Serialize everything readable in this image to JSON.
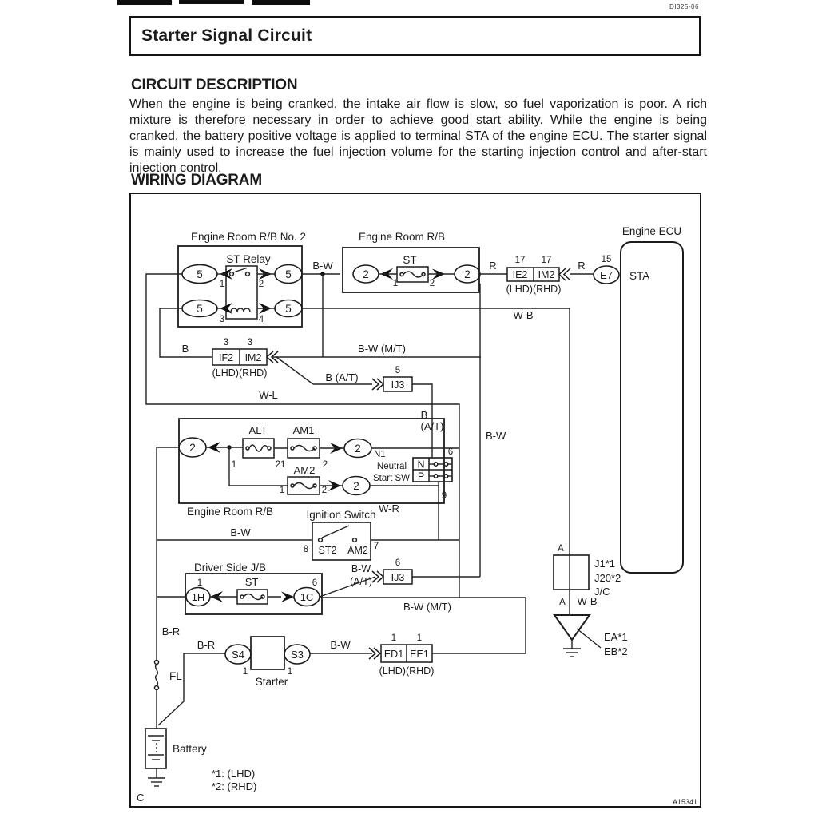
{
  "page": {
    "doc_code": "DI325-06",
    "marker": "C",
    "figure_code": "A15341"
  },
  "title": "Starter Signal Circuit",
  "sections": {
    "circuit_description": {
      "heading": "CIRCUIT DESCRIPTION",
      "body": "When the engine is being cranked, the intake air flow is slow, so fuel vaporization is poor. A rich mixture is therefore necessary in order to achieve good start ability. While the engine is being cranked, the battery positive voltage is applied to terminal STA of the engine ECU. The starter signal is mainly used to increase the fuel injection volume for the starting injection control and after-start injection control."
    },
    "wiring_diagram": {
      "heading": "WIRING DIAGRAM"
    }
  },
  "diagram": {
    "labels": {
      "er_rb_no2": "Engine Room R/B No. 2",
      "st_relay": "ST Relay",
      "er_rb": "Engine Room R/B",
      "st": "ST",
      "conn5": "5",
      "conn2": "2",
      "pin1": "1",
      "pin2": "2",
      "pin3": "3",
      "pin4": "4",
      "pin5": "5",
      "pin6": "6",
      "pin7": "7",
      "pin8": "8",
      "pin9": "9",
      "pin15": "15",
      "pin17": "17",
      "pin21": "21",
      "r": "R",
      "b": "B",
      "bw": "B-W",
      "wb": "W-B",
      "wl": "W-L",
      "wr": "W-R",
      "br": "B-R",
      "bw_mt": "B-W (M/T)",
      "b_at": "B (A/T)",
      "at": "(A/T)",
      "ie2": "IE2",
      "im2": "IM2",
      "if2": "IF2",
      "ij3": "IJ3",
      "lhd_rhd": "(LHD)(RHD)",
      "e7": "E7",
      "sta": "STA",
      "engine_ecu": "Engine ECU",
      "alt": "ALT",
      "am1": "AM1",
      "am2": "AM2",
      "n1": "N1",
      "neutral": "Neutral",
      "start_sw": "Start SW",
      "n": "N",
      "p": "P",
      "ignition_switch": "Ignition Switch",
      "st2": "ST2",
      "driver_jb": "Driver Side J/B",
      "conn_1h": "1H",
      "conn_1c": "1C",
      "fl": "FL",
      "s4": "S4",
      "s3": "S3",
      "starter": "Starter",
      "ed1": "ED1",
      "ee1": "EE1",
      "a": "A",
      "j1": "J1*1",
      "j20": "J20*2",
      "jc": "J/C",
      "ea": "EA*1",
      "eb": "EB*2",
      "battery": "Battery",
      "note1": "*1: (LHD)",
      "note2": "*2: (RHD)"
    }
  }
}
